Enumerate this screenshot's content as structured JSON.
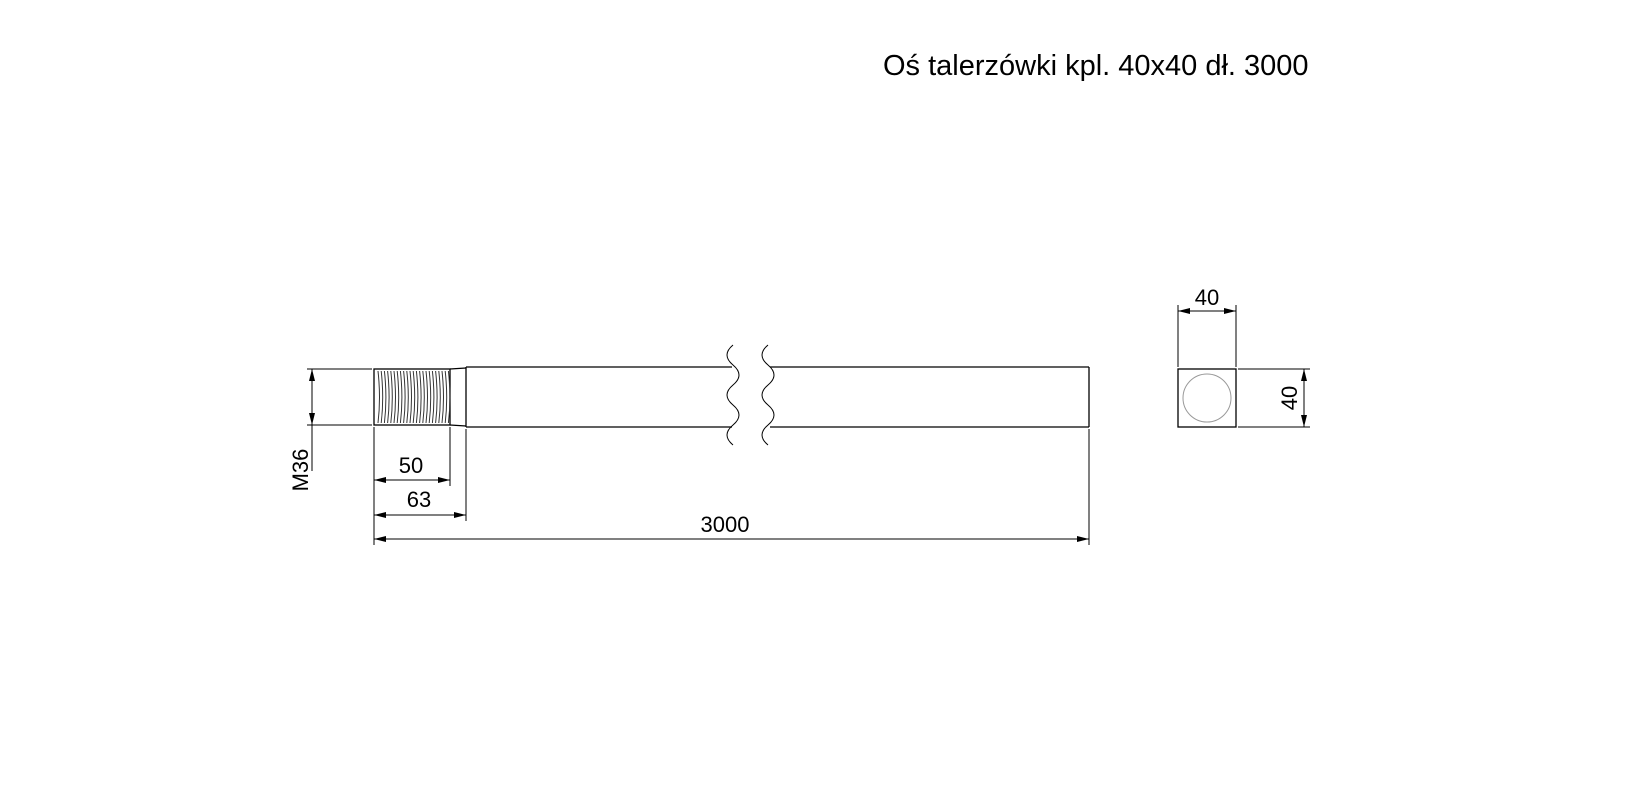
{
  "title": "Oś talerzówki kpl. 40x40 dł. 3000",
  "dimensions": {
    "thread_diameter": "M36",
    "thread_length": "50",
    "shoulder_length": "63",
    "total_length": "3000",
    "section_width": "40",
    "section_height": "40"
  }
}
